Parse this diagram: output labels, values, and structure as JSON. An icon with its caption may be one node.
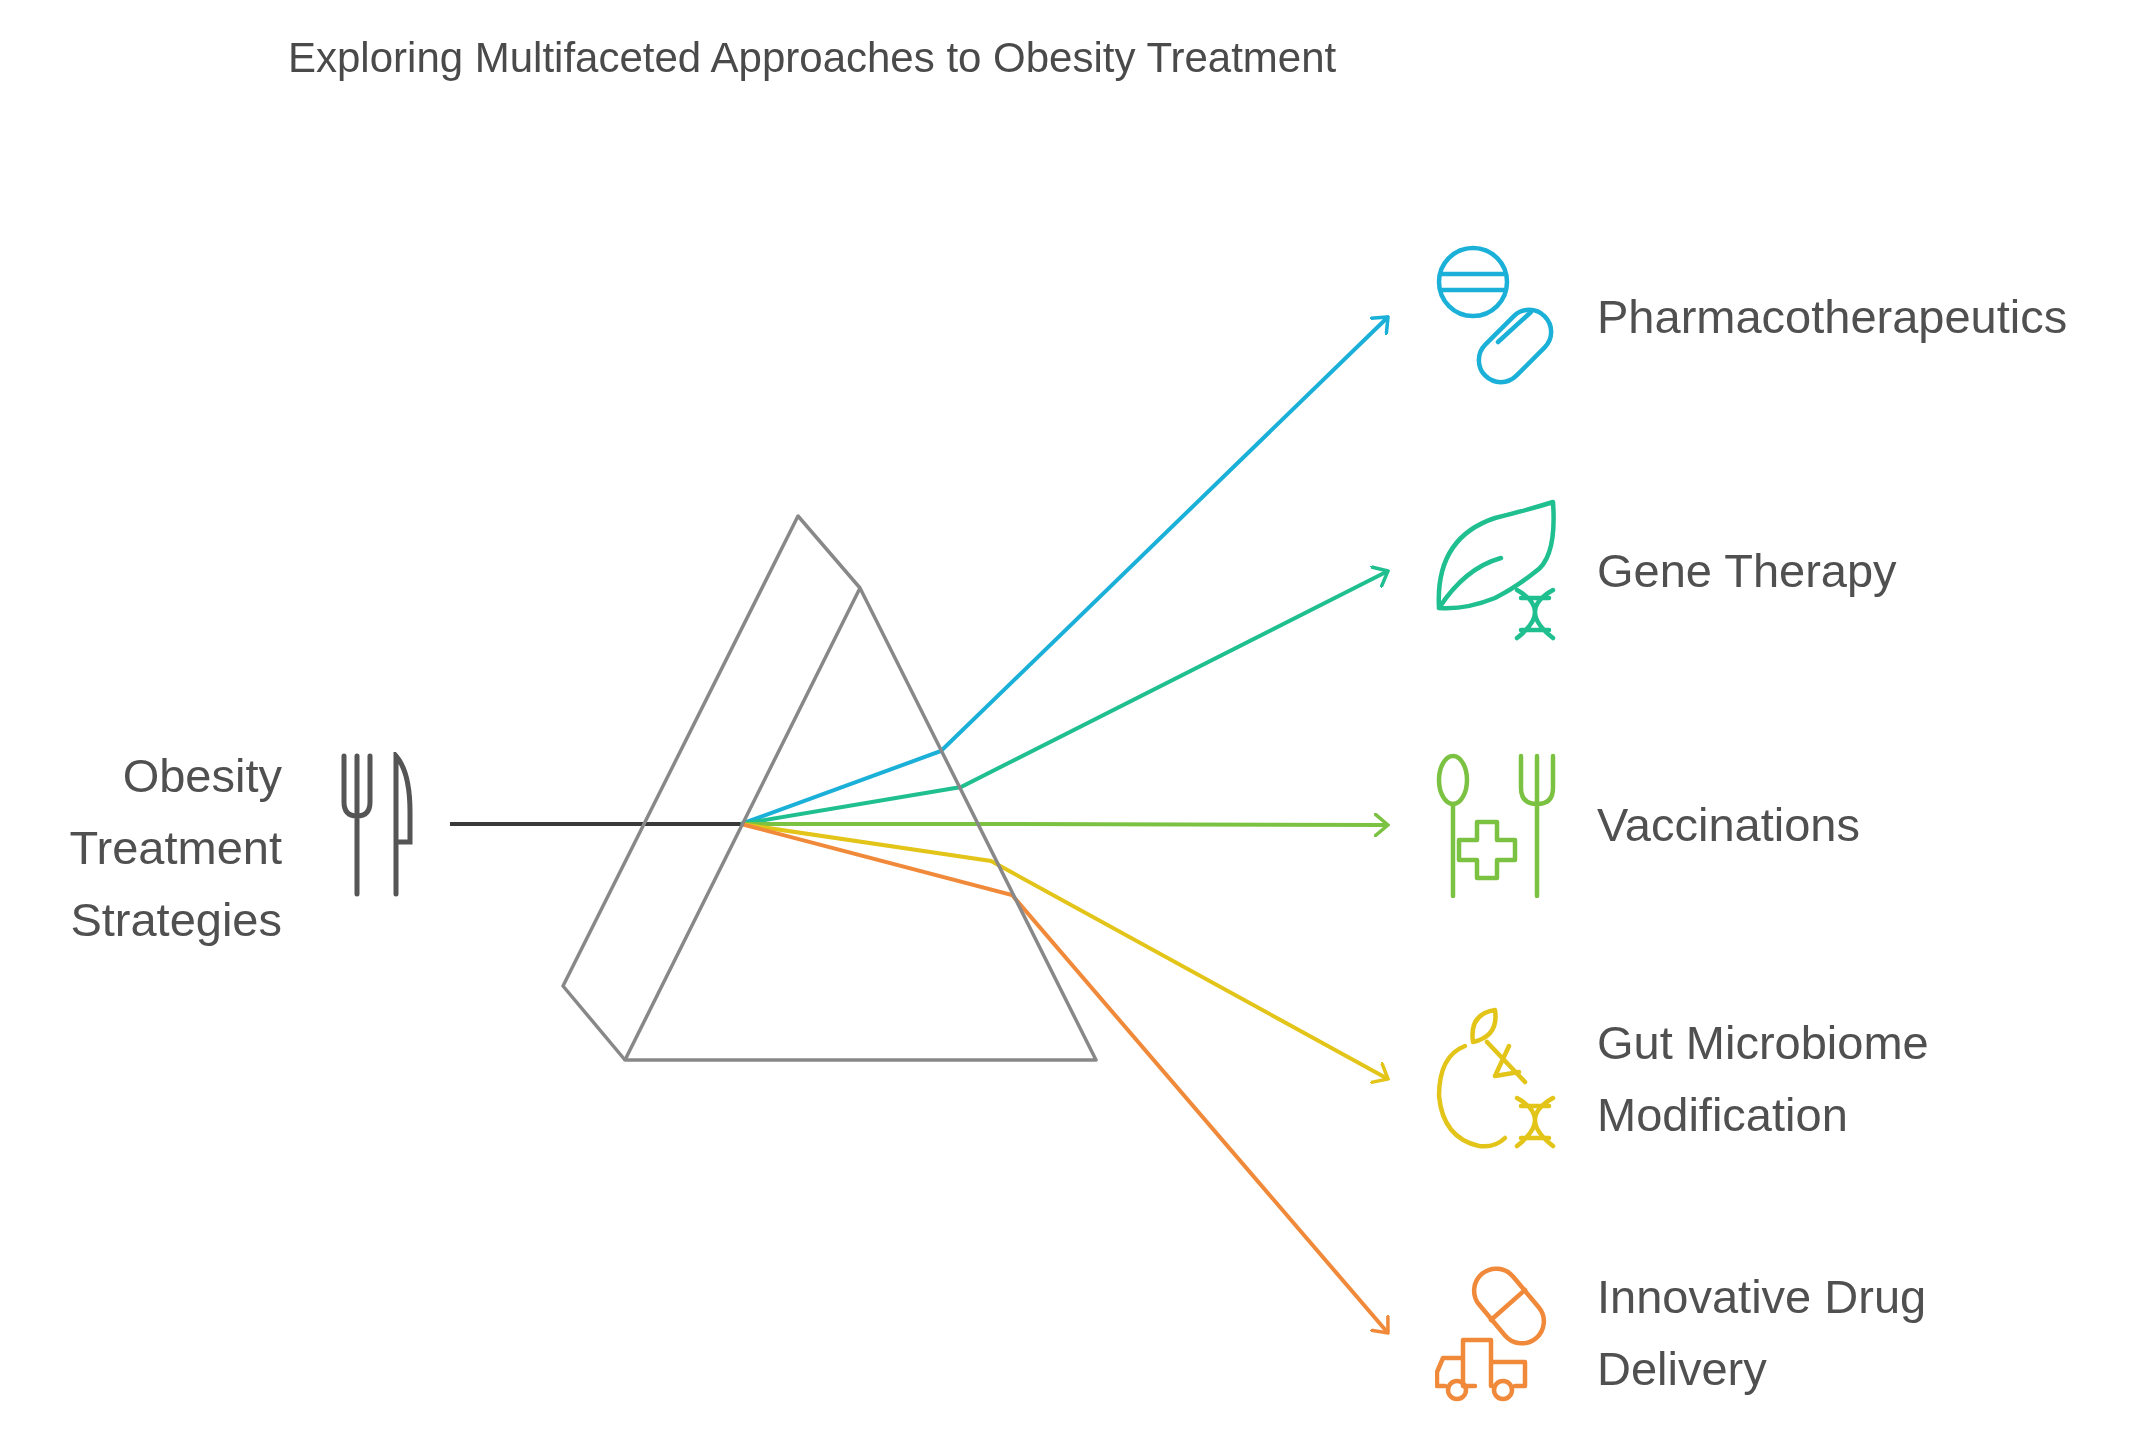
{
  "diagram": {
    "title": "Exploring Multifaceted Approaches to Obesity Treatment",
    "nodes": [
      {
        "text": [
          "Obesity Treatment Strategies"
        ]
      },
      {
        "text": [],
        "shape": "triangle"
      },
      {
        "text": [
          "Pharmacotherapeutics"
        ]
      },
      {
        "text": [
          "Gene Therapy"
        ]
      },
      {
        "text": [
          "Vaccinations"
        ]
      },
      {
        "text": [
          "Gut Microbiome Modification"
        ]
      },
      {
        "text": [
          "Innovative Drug Delivery"
        ]
      }
    ],
    "edges": [
      {
        "from": 0,
        "to": 1,
        "arrow": "none",
        "color": "#3a3a3a"
      },
      {
        "from": 1,
        "to": 2,
        "arrow": "to",
        "color": "#1ab0d8"
      },
      {
        "from": 1,
        "to": 3,
        "arrow": "to",
        "color": "#1fbf8f"
      },
      {
        "from": 1,
        "to": 4,
        "arrow": "to",
        "color": "#7cc242"
      },
      {
        "from": 1,
        "to": 5,
        "arrow": "to",
        "color": "#e3c418"
      },
      {
        "from": 1,
        "to": 6,
        "arrow": "to",
        "color": "#f08a3a"
      }
    ]
  }
}
